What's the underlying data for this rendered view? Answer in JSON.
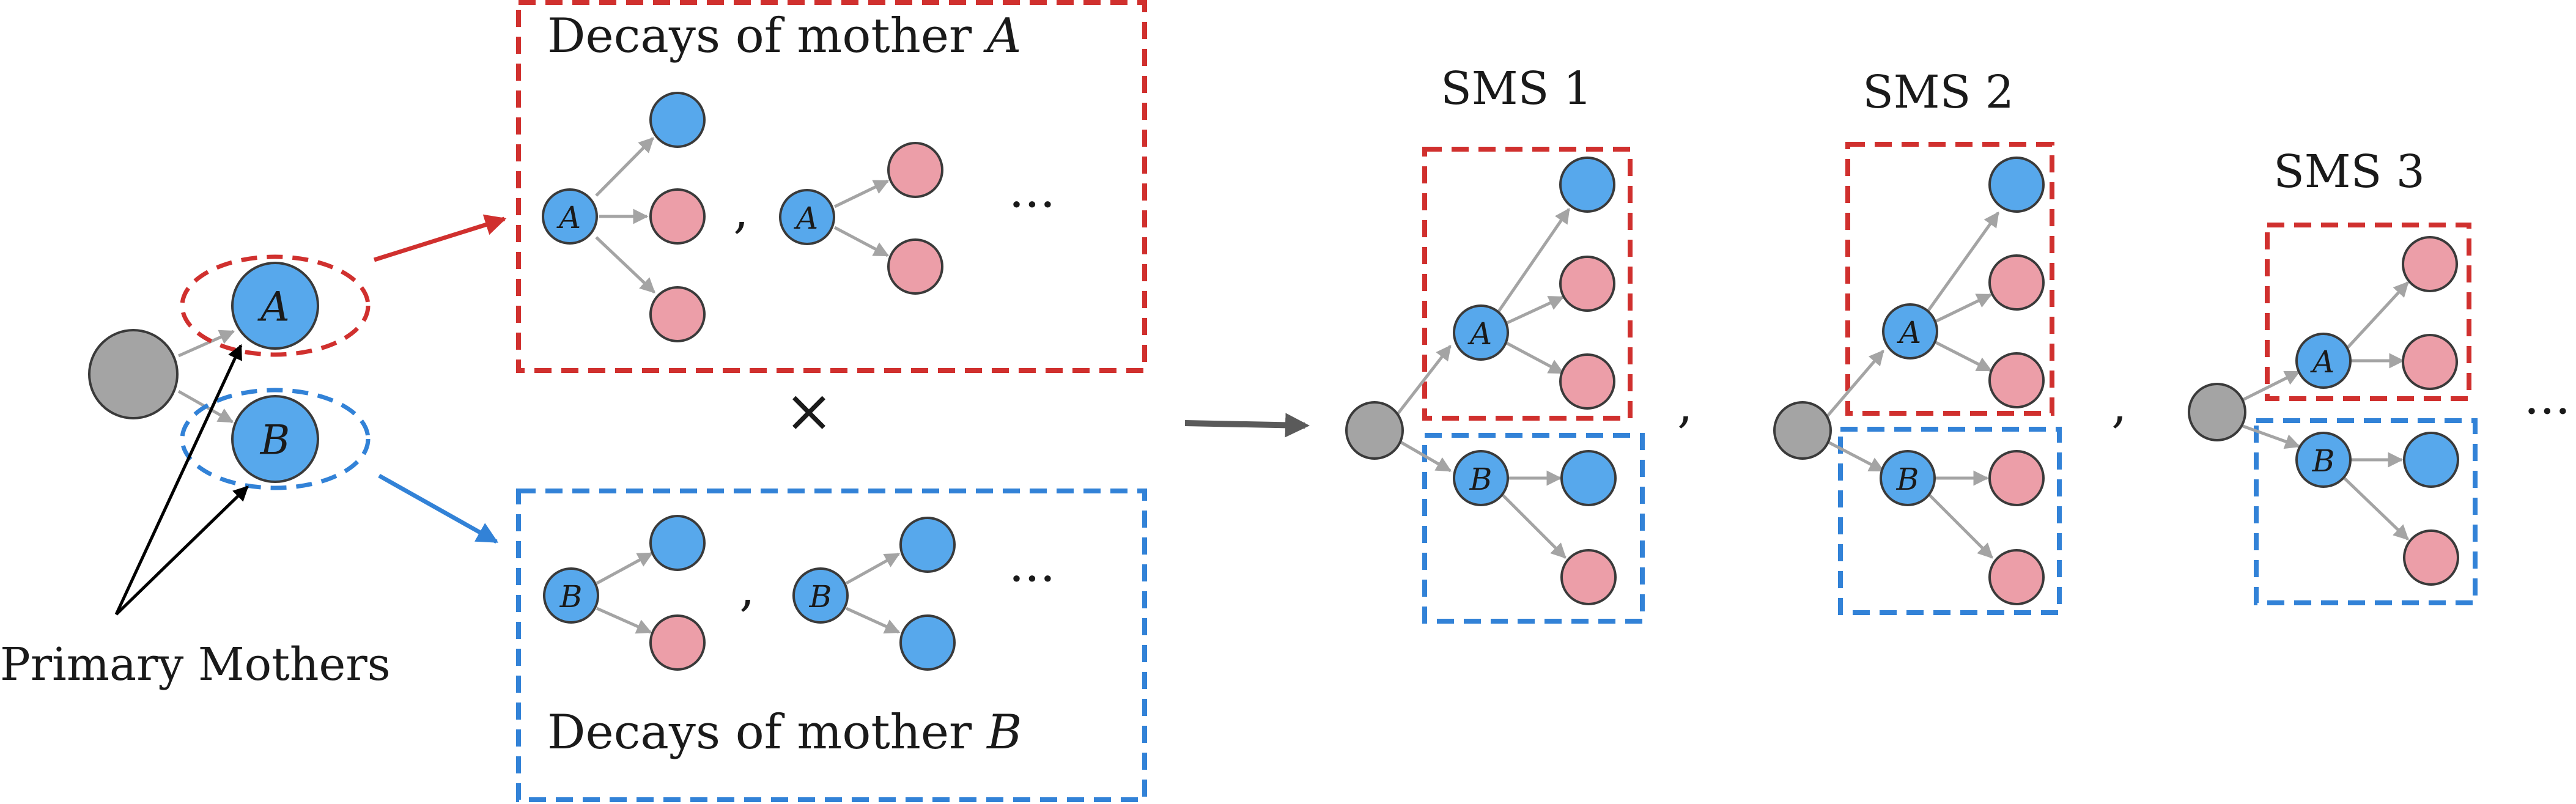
{
  "colors": {
    "blue": "#57a8ec",
    "pink": "#ec9ea8",
    "gray": "#a4a4a4",
    "red_dash": "#d0302e",
    "blue_dash": "#3282d7",
    "edge": "#a4a4a4",
    "outline": "#3a3a3a"
  },
  "primary": {
    "label": "Primary Mothers",
    "node_a": "A",
    "node_b": "B"
  },
  "decays_a": {
    "title_prefix": "Decays of mother",
    "title_var": "A",
    "ellipsis": "···"
  },
  "decays_b": {
    "title_prefix": "Decays of mother",
    "title_var": "B",
    "ellipsis": "···"
  },
  "times_symbol": "×",
  "separator": ",",
  "sms": [
    {
      "label": "SMS 1"
    },
    {
      "label": "SMS 2"
    },
    {
      "label": "SMS 3"
    }
  ],
  "final_ellipsis": "···"
}
